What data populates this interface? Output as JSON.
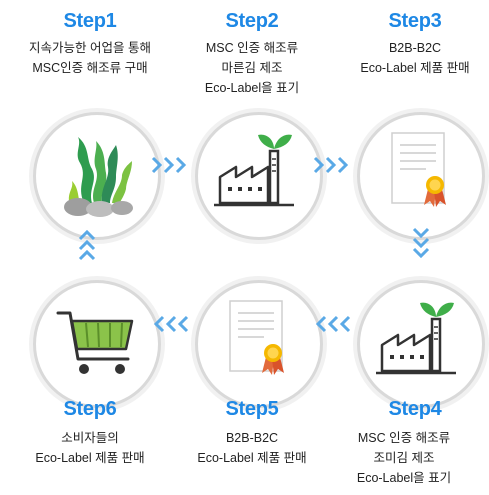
{
  "steps": [
    {
      "title": "Step1",
      "lines": [
        "지속가능한 어업을 통해",
        "MSC인증 해조류 구매"
      ],
      "icon": "seaweed-icon"
    },
    {
      "title": "Step2",
      "lines": [
        "MSC 인증 해조류",
        "마른김 제조",
        "Eco-Label을 표기"
      ],
      "icon": "factory-icon"
    },
    {
      "title": "Step3",
      "lines": [
        "B2B-B2C",
        "Eco-Label 제품 판매"
      ],
      "icon": "certificate-icon"
    },
    {
      "title": "Step4",
      "lines": [
        "MSC 인증 해조류",
        "조미김 제조",
        "Eco-Label을 표기"
      ],
      "icon": "factory-icon"
    },
    {
      "title": "Step5",
      "lines": [
        "B2B-B2C",
        "Eco-Label 제품 판매"
      ],
      "icon": "certificate-icon"
    },
    {
      "title": "Step6",
      "lines": [
        "소비자들의",
        "Eco-Label 제품 판매"
      ],
      "icon": "shopping-cart-icon"
    }
  ],
  "colors": {
    "accent": "#1e88e5",
    "arrow": "#5aa9e6",
    "leaf": "#3fae49",
    "cart": "#8bc34a",
    "medal": "#f5b800"
  }
}
